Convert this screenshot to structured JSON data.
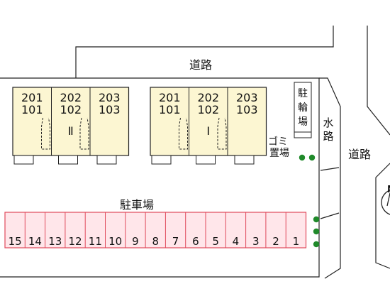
{
  "labels": {
    "road_top": "道路",
    "road_right": "道路",
    "waterway": "水路",
    "bicycle_parking": "駐輪場",
    "garbage": "ゴミ置場",
    "parking": "駐車場"
  },
  "buildings": [
    {
      "id": "II",
      "numeral": "Ⅱ",
      "units": [
        {
          "upper": "201",
          "lower": "101"
        },
        {
          "upper": "202",
          "lower": "102"
        },
        {
          "upper": "203",
          "lower": "103"
        }
      ]
    },
    {
      "id": "I",
      "numeral": "Ⅰ",
      "units": [
        {
          "upper": "201",
          "lower": "101"
        },
        {
          "upper": "202",
          "lower": "102"
        },
        {
          "upper": "203",
          "lower": "103"
        }
      ]
    }
  ],
  "parking_spaces": [
    "15",
    "14",
    "13",
    "12",
    "11",
    "10",
    "9",
    "8",
    "7",
    "6",
    "5",
    "4",
    "3",
    "2",
    "1"
  ],
  "compass": {
    "letter": "N"
  },
  "colors": {
    "building_fill": "#fcf6d2",
    "parking_fill": "#ffe6ea",
    "parking_stroke": "#e04a5c",
    "tree": "#1f8a2a",
    "line": "#222222"
  }
}
